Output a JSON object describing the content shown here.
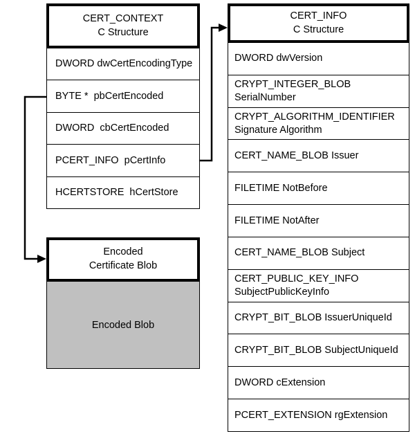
{
  "cert_context": {
    "title": "CERT_CONTEXT\nC Structure",
    "fields": [
      "DWORD dwCertEncodingType",
      "BYTE *  pbCertEncoded",
      "DWORD  cbCertEncoded",
      "PCERT_INFO  pCertInfo",
      "HCERTSTORE  hCertStore"
    ]
  },
  "cert_info": {
    "title": "CERT_INFO\nC Structure",
    "fields": [
      "DWORD dwVersion",
      "CRYPT_INTEGER_BLOB\nSerialNumber",
      "CRYPT_ALGORITHM_IDENTIFIER\nSignature Algorithm",
      "CERT_NAME_BLOB Issuer",
      "FILETIME NotBefore",
      "FILETIME NotAfter",
      "CERT_NAME_BLOB Subject",
      "CERT_PUBLIC_KEY_INFO\nSubjectPublicKeyInfo",
      "CRYPT_BIT_BLOB IssuerUniqueId",
      "CRYPT_BIT_BLOB SubjectUniqueId",
      "DWORD cExtension",
      "PCERT_EXTENSION rgExtension"
    ]
  },
  "encoded_blob": {
    "title": "Encoded\nCertificate Blob",
    "body_label": "Encoded Blob"
  },
  "connectors": [
    {
      "from": "pbCertEncoded",
      "to": "Encoded Certificate Blob"
    },
    {
      "from": "pCertInfo",
      "to": "CERT_INFO"
    }
  ],
  "colors": {
    "line": "#000000",
    "border": "#000000",
    "blob_fill": "#c0c0c0",
    "background": "#ffffff"
  }
}
